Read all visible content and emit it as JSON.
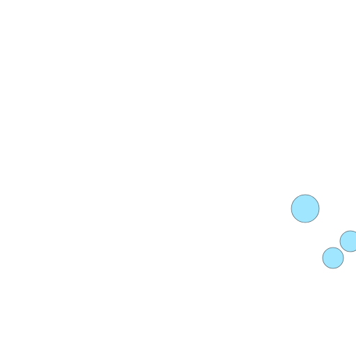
{
  "canvas": {
    "background": "#ffffff",
    "shape_fill": "#a0e6ff",
    "shape_stroke": "#5a6a72",
    "shapes": [
      {
        "kind": "circle",
        "label": ""
      },
      {
        "kind": "circle",
        "label": ""
      },
      {
        "kind": "circle",
        "label": ""
      }
    ]
  }
}
